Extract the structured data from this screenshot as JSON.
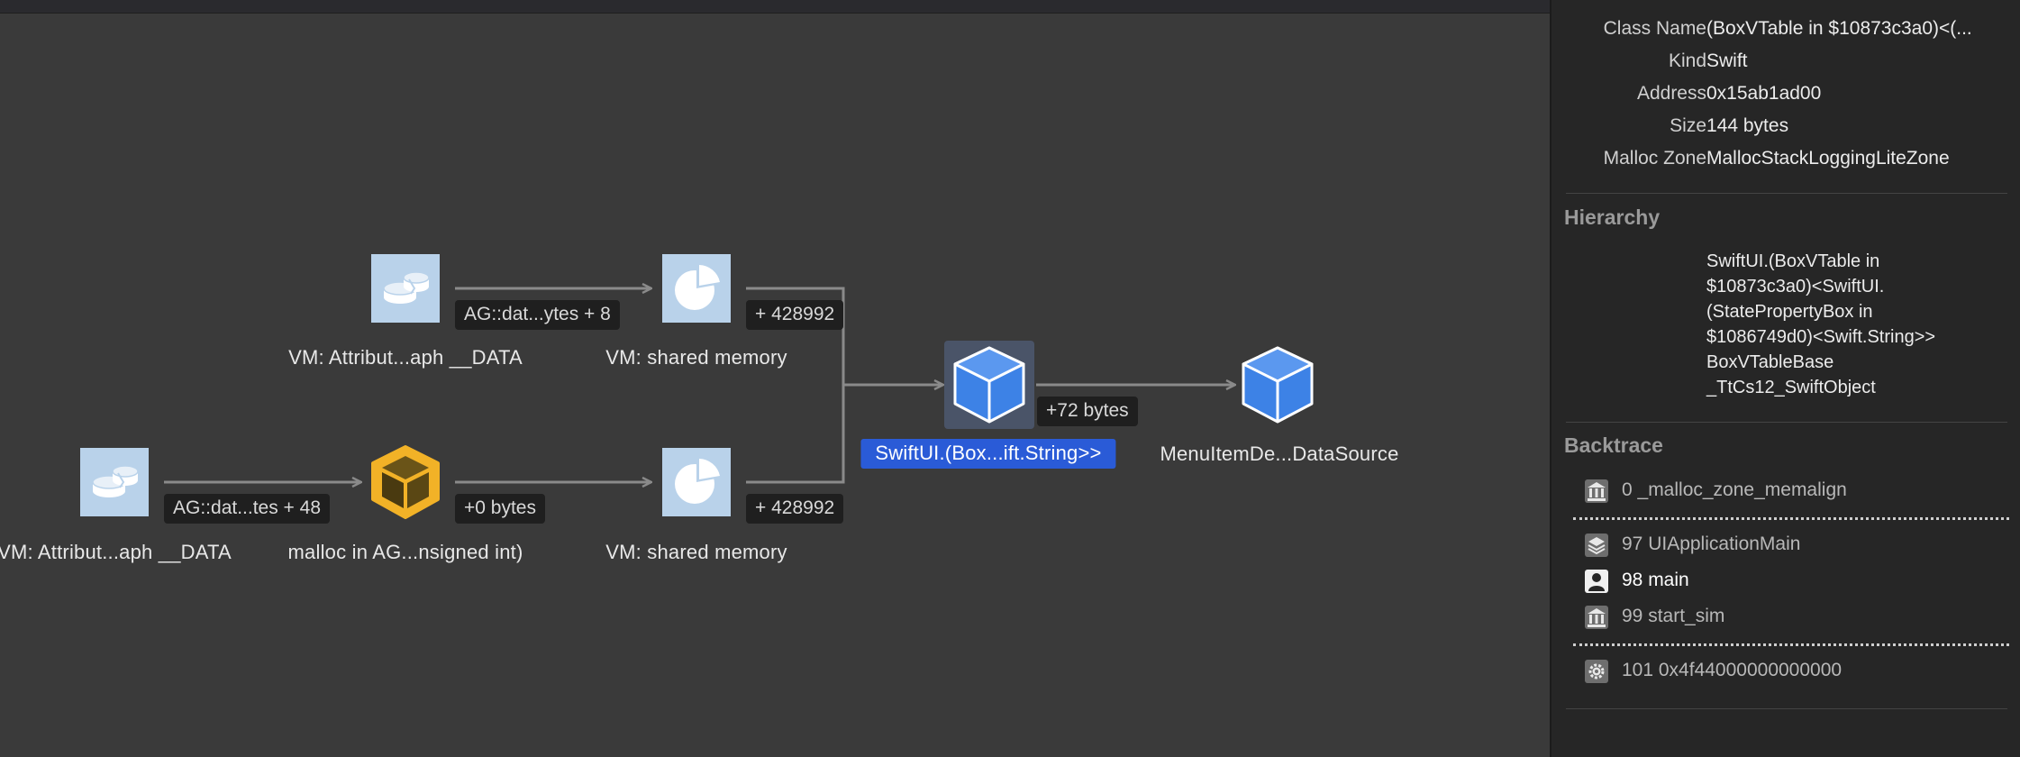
{
  "inspector": {
    "properties": [
      {
        "key": "Class Name",
        "value": "(BoxVTable in $10873c3a0)<(..."
      },
      {
        "key": "Kind",
        "value": "Swift"
      },
      {
        "key": "Address",
        "value": "0x15ab1ad00"
      },
      {
        "key": "Size",
        "value": "144 bytes"
      },
      {
        "key": "Malloc Zone",
        "value": "MallocStackLoggingLiteZone"
      }
    ],
    "hierarchy_title": "Hierarchy",
    "hierarchy_text": "SwiftUI.(BoxVTable in\n$10873c3a0)<SwiftUI.\n(StatePropertyBox in\n$1086749d0)<Swift.String>>\nBoxVTableBase\n_TtCs12_SwiftObject",
    "backtrace_title": "Backtrace",
    "backtrace": [
      {
        "label": "0 _malloc_zone_memalign",
        "icon": "library-icon",
        "dim": true
      },
      {
        "label": "97 UIApplicationMain",
        "icon": "stack-icon",
        "dim": true
      },
      {
        "label": "98 main",
        "icon": "user-icon",
        "dim": false
      },
      {
        "label": "99 start_sim",
        "icon": "library-icon",
        "dim": true
      },
      {
        "label": "101 0x4f44000000000000",
        "icon": "gear-icon",
        "dim": true
      }
    ]
  },
  "graph": {
    "nodes": [
      {
        "id": "n1",
        "label": "VM: Attribut...aph __DATA",
        "icon": "vm-region-icon"
      },
      {
        "id": "n2",
        "label": "VM: shared memory",
        "icon": "shared-memory-icon"
      },
      {
        "id": "n3",
        "label": "VM: Attribut...aph __DATA",
        "icon": "vm-region-icon"
      },
      {
        "id": "n4",
        "label": "malloc in AG...nsigned int)",
        "icon": "malloc-box-icon"
      },
      {
        "id": "n5",
        "label": "VM: shared memory",
        "icon": "shared-memory-icon"
      },
      {
        "id": "n6",
        "label": "SwiftUI.(Box...ift.String>>",
        "icon": "swift-object-cube-icon",
        "selected": true
      },
      {
        "id": "n7",
        "label": "MenuItemDe...DataSource",
        "icon": "swift-object-cube-icon"
      }
    ],
    "edges": [
      {
        "from": "n1",
        "to": "n2",
        "label": "AG::dat...ytes + 8"
      },
      {
        "from": "n2",
        "to": "n6",
        "label": "+ 428992"
      },
      {
        "from": "n3",
        "to": "n4",
        "label": "AG::dat...tes + 48"
      },
      {
        "from": "n4",
        "to": "n5",
        "label": "+0 bytes"
      },
      {
        "from": "n5",
        "to": "n6",
        "label": "+ 428992"
      },
      {
        "from": "n6",
        "to": "n7",
        "label": "+72 bytes"
      }
    ]
  },
  "colors": {
    "canvas_bg": "#3a3a3a",
    "inspector_bg": "#262626",
    "selection_blue": "#2a5bd7",
    "cube_blue": "#3d82e6",
    "malloc_yellow": "#f2b227",
    "vm_icon_bg": "#b9d2ea"
  }
}
